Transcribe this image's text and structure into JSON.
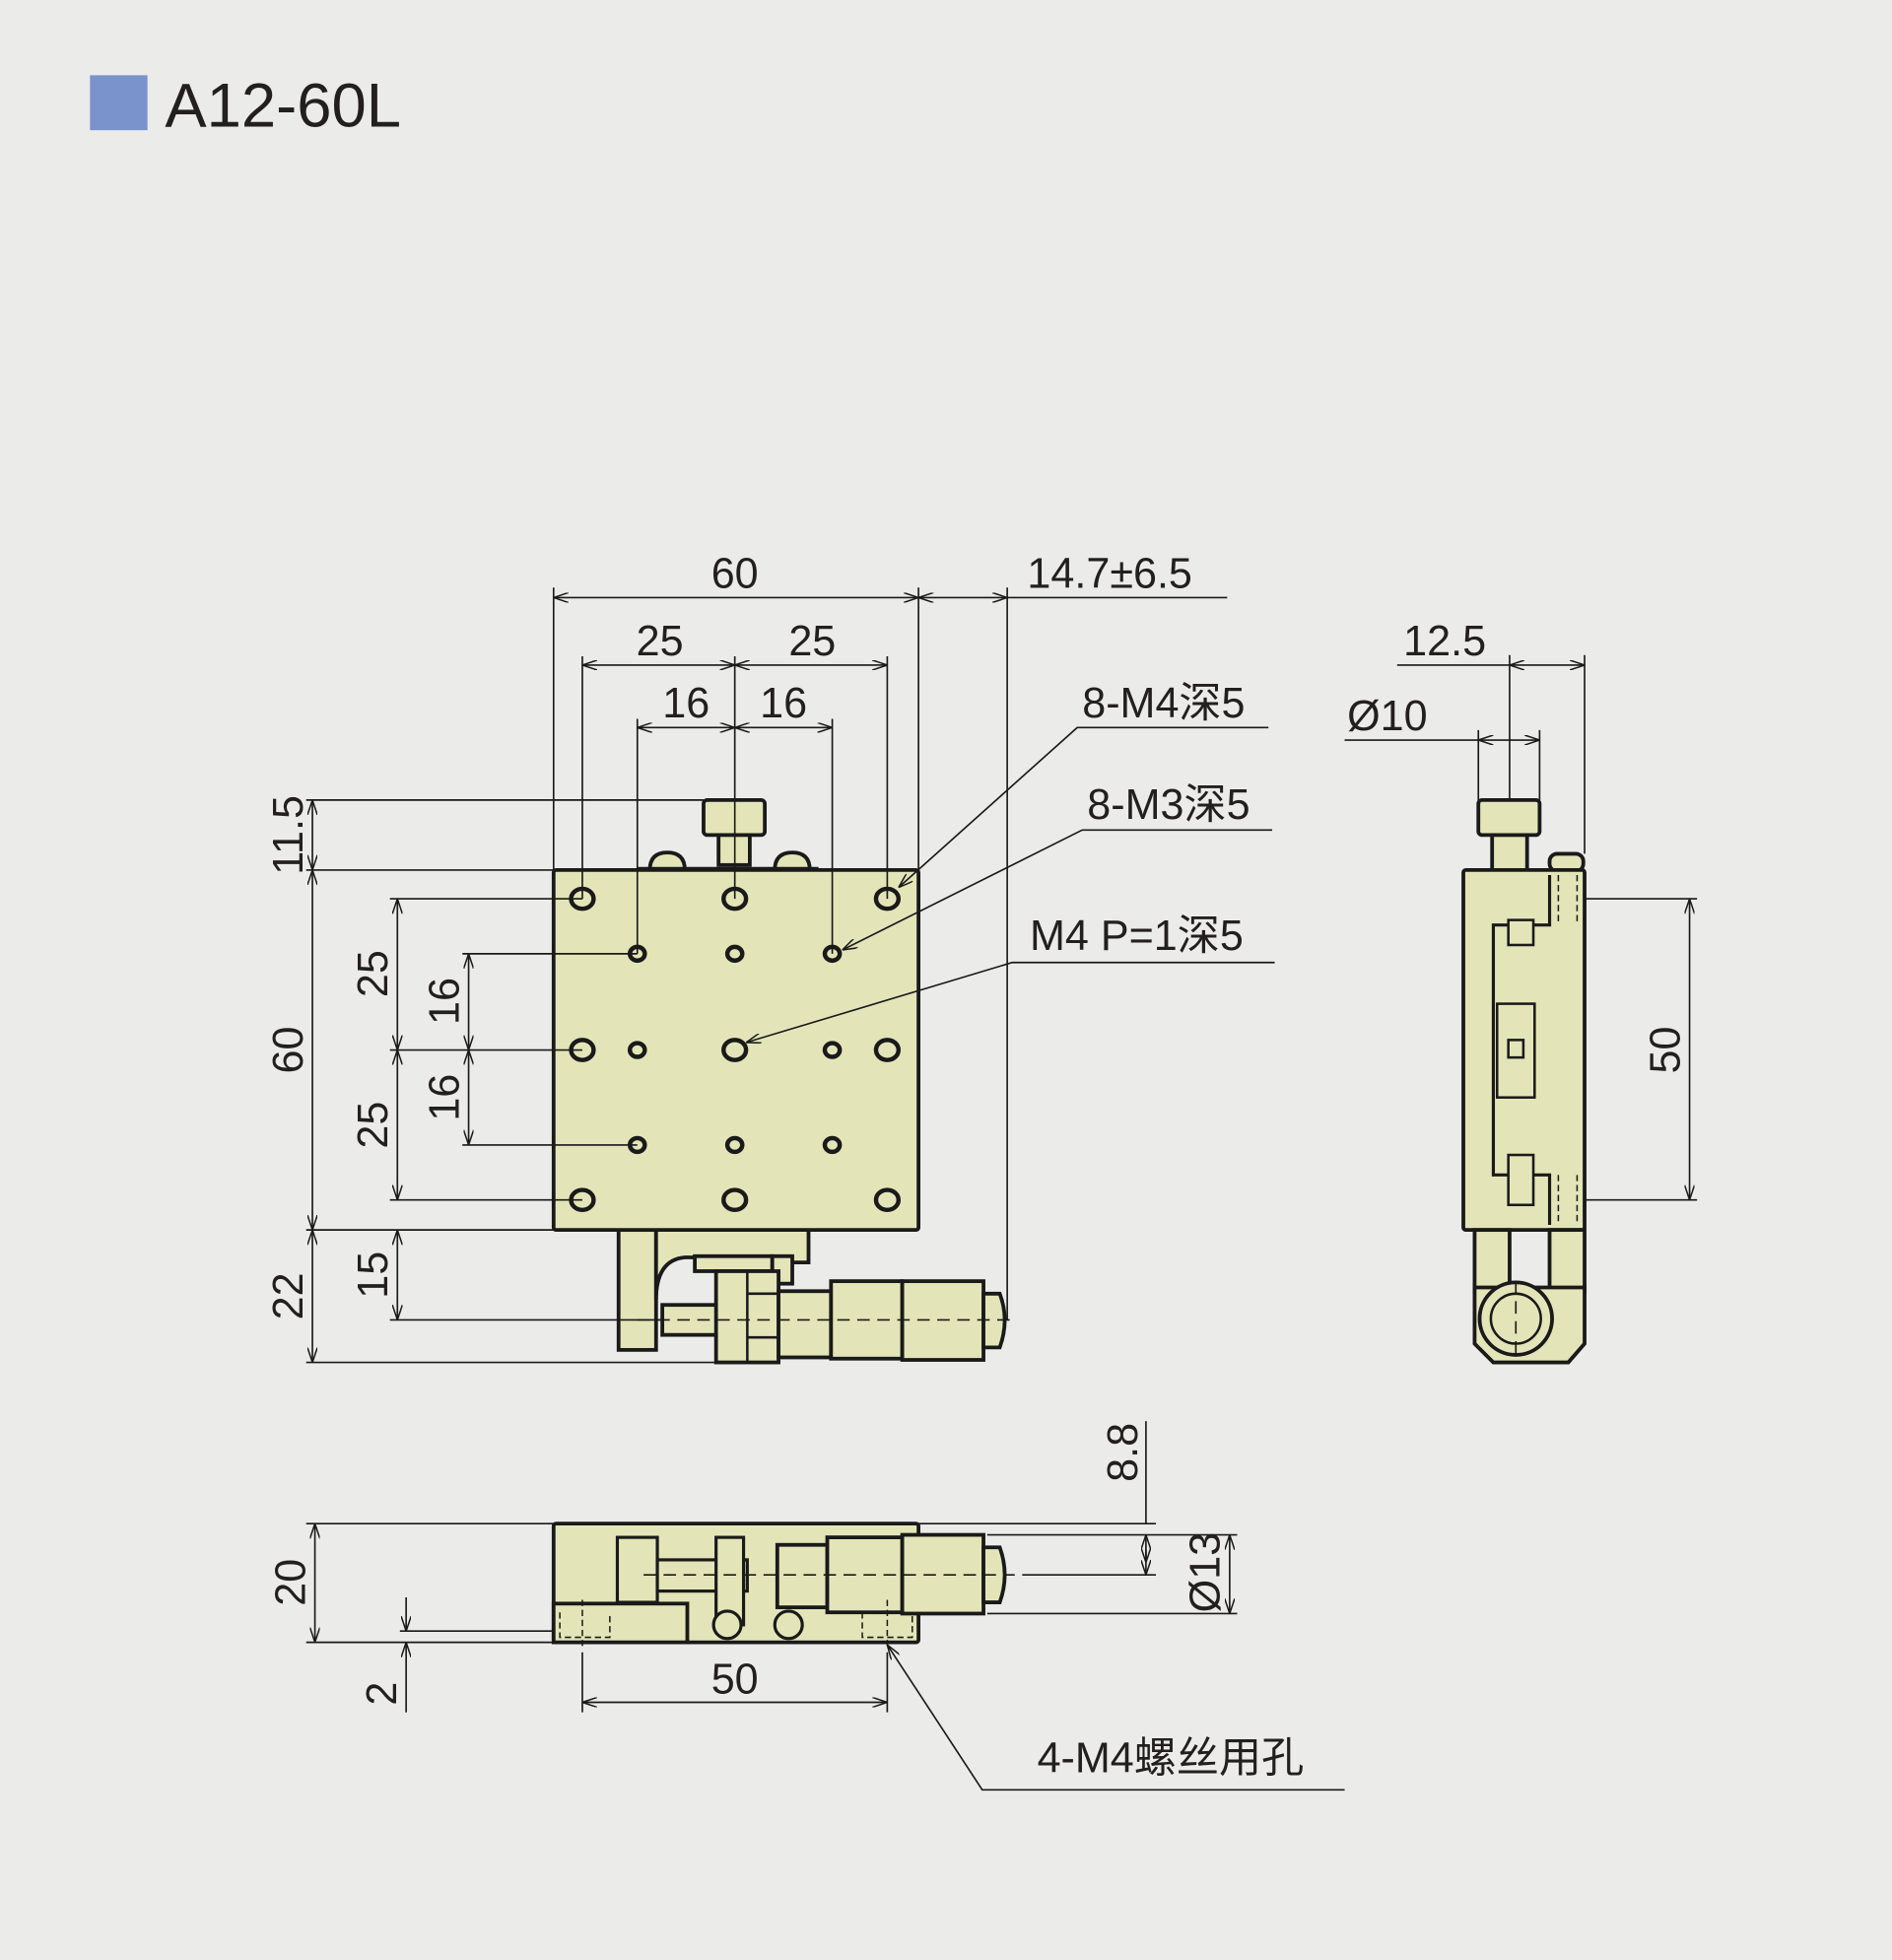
{
  "title": {
    "text": "A12-60L",
    "marker_color": "#7b93cc"
  },
  "colors": {
    "background": "#ebebea",
    "part_fill": "#e3e5b8",
    "line": "#1a1a1a"
  },
  "top_view": {
    "width": "60",
    "outer_pitch_left": "25",
    "outer_pitch_right": "25",
    "inner_pitch_left": "16",
    "inner_pitch_right": "16",
    "travel": "14.7±6.5",
    "callout_m4": "8-M4深5",
    "callout_m3": "8-M3深5",
    "callout_center": "M4 P=1深5",
    "knob_height": "11.5",
    "height": "60",
    "v_pitch_top": "25",
    "v_pitch_bottom": "25",
    "v_inner_top": "16",
    "v_inner_bottom": "16",
    "bottom_extent": "22",
    "micrometer_offset": "15"
  },
  "side_view": {
    "knob_offset": "12.5",
    "knob_diameter": "Ø10",
    "hole_pitch": "50"
  },
  "front_view": {
    "axis_height": "8.8",
    "micrometer_diameter": "Ø13",
    "height": "20",
    "base_step": "2",
    "hole_pitch": "50",
    "callout_mount": "4-M4螺丝用孔"
  }
}
